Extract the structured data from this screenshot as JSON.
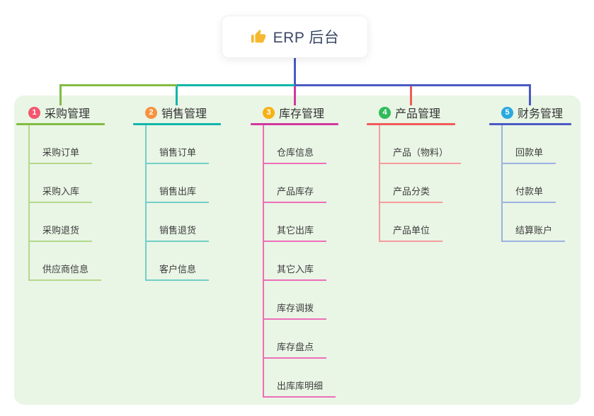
{
  "root": {
    "title": "ERP 后台",
    "icon": "thumbs-up-icon",
    "icon_color": "#f5b82e",
    "connector_color": "#4a5ac4"
  },
  "canvas": {
    "background": "#e9f5e5"
  },
  "branches": [
    {
      "index": "1",
      "label": "采购管理",
      "badge_color": "#f4566e",
      "line_color": "#82bc42",
      "child_line_color": "#b2d98c",
      "children": [
        "采购订单",
        "采购入库",
        "采购退货",
        "供应商信息"
      ]
    },
    {
      "index": "2",
      "label": "销售管理",
      "badge_color": "#f6923e",
      "line_color": "#0fb6a9",
      "child_line_color": "#72cfc6",
      "children": [
        "销售订单",
        "销售出库",
        "销售退货",
        "客户信息"
      ]
    },
    {
      "index": "3",
      "label": "库存管理",
      "badge_color": "#f7b115",
      "line_color": "#d1399e",
      "child_line_color": "#ee6eb8",
      "children": [
        "仓库信息",
        "产品库存",
        "其它出库",
        "其它入库",
        "库存调拨",
        "库存盘点",
        "出库库明细"
      ]
    },
    {
      "index": "4",
      "label": "产品管理",
      "badge_color": "#31ba5b",
      "line_color": "#f15b5b",
      "child_line_color": "#f69c9c",
      "children": [
        "产品（物料）",
        "产品分类",
        "产品单位"
      ]
    },
    {
      "index": "5",
      "label": "财务管理",
      "badge_color": "#2aa8e0",
      "line_color": "#4a5ac4",
      "child_line_color": "#9cb2e0",
      "children": [
        "回款单",
        "付款单",
        "结算账户"
      ]
    }
  ]
}
